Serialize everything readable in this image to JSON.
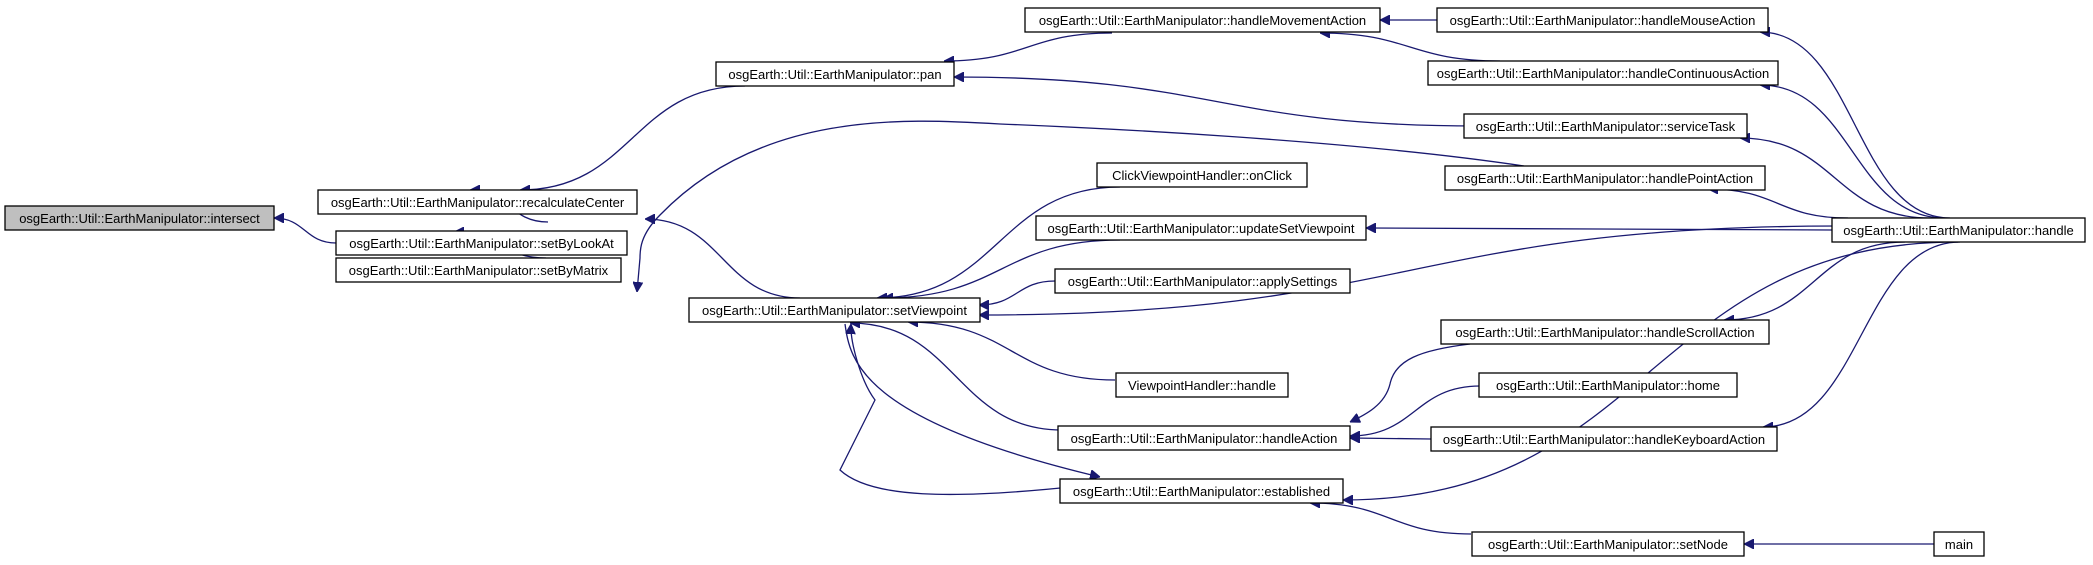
{
  "nodes": {
    "intersect": "osgEarth::Util::EarthManipulator::intersect",
    "recalculateCenter": "osgEarth::Util::EarthManipulator::recalculateCenter",
    "setByLookAt": "osgEarth::Util::EarthManipulator::setByLookAt",
    "setByMatrix": "osgEarth::Util::EarthManipulator::setByMatrix",
    "pan": "osgEarth::Util::EarthManipulator::pan",
    "setViewpoint": "osgEarth::Util::EarthManipulator::setViewpoint",
    "handleMovementAction": "osgEarth::Util::EarthManipulator::handleMovementAction",
    "clickOnClick": "ClickViewpointHandler::onClick",
    "updateSetViewpoint": "osgEarth::Util::EarthManipulator::updateSetViewpoint",
    "applySettings": "osgEarth::Util::EarthManipulator::applySettings",
    "viewpointHandle": "ViewpointHandler::handle",
    "handleAction": "osgEarth::Util::EarthManipulator::handleAction",
    "established": "osgEarth::Util::EarthManipulator::established",
    "handleMouseAction": "osgEarth::Util::EarthManipulator::handleMouseAction",
    "handleContinuousAction": "osgEarth::Util::EarthManipulator::handleContinuousAction",
    "serviceTask": "osgEarth::Util::EarthManipulator::serviceTask",
    "handlePointAction": "osgEarth::Util::EarthManipulator::handlePointAction",
    "handleScrollAction": "osgEarth::Util::EarthManipulator::handleScrollAction",
    "home": "osgEarth::Util::EarthManipulator::home",
    "handleKeyboardAction": "osgEarth::Util::EarthManipulator::handleKeyboardAction",
    "setNode": "osgEarth::Util::EarthManipulator::setNode",
    "handle": "osgEarth::Util::EarthManipulator::handle",
    "main": "main"
  },
  "edges": [
    [
      "recalculateCenter",
      "intersect"
    ],
    [
      "setByLookAt",
      "intersect"
    ],
    [
      "setByMatrix",
      "intersect"
    ],
    [
      "pan",
      "recalculateCenter"
    ],
    [
      "setViewpoint",
      "recalculateCenter"
    ],
    [
      "handleMovementAction",
      "pan"
    ],
    [
      "serviceTask",
      "pan"
    ],
    [
      "handleMouseAction",
      "handleMovementAction"
    ],
    [
      "handleContinuousAction",
      "handleMovementAction"
    ],
    [
      "handle",
      "handleMouseAction"
    ],
    [
      "handle",
      "handleContinuousAction"
    ],
    [
      "handle",
      "serviceTask"
    ],
    [
      "handle",
      "handlePointAction"
    ],
    [
      "handle",
      "updateSetViewpoint"
    ],
    [
      "handle",
      "setViewpoint"
    ],
    [
      "handle",
      "handleScrollAction"
    ],
    [
      "handle",
      "handleKeyboardAction"
    ],
    [
      "handle",
      "established"
    ],
    [
      "handlePointAction",
      "setViewpoint"
    ],
    [
      "clickOnClick",
      "setViewpoint"
    ],
    [
      "updateSetViewpoint",
      "setViewpoint"
    ],
    [
      "applySettings",
      "setViewpoint"
    ],
    [
      "viewpointHandle",
      "setViewpoint"
    ],
    [
      "handleAction",
      "setViewpoint"
    ],
    [
      "established",
      "setViewpoint"
    ],
    [
      "setViewpoint",
      "established"
    ],
    [
      "handleScrollAction",
      "handleAction"
    ],
    [
      "home",
      "handleAction"
    ],
    [
      "handleKeyboardAction",
      "handleAction"
    ],
    [
      "setNode",
      "established"
    ],
    [
      "main",
      "setNode"
    ]
  ],
  "colors": {
    "edge": "#191970",
    "root_fill": "#bfbfbf",
    "node_fill": "#ffffff"
  }
}
